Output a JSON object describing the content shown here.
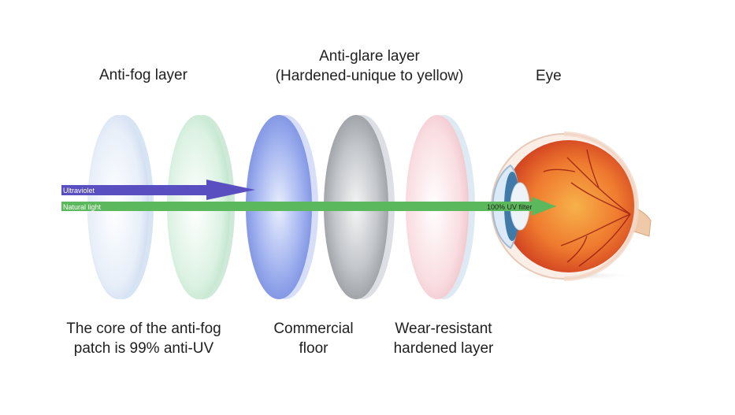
{
  "labels": {
    "anti_fog_layer": "Anti-fog layer",
    "anti_glare_line1": "Anti-glare layer",
    "anti_glare_line2": "(Hardened-unique to yellow)",
    "eye": "Eye",
    "core_line1": "The core of the anti-fog",
    "core_line2": "patch is 99% anti-UV",
    "commercial_line1": "Commercial",
    "commercial_line2": "floor",
    "wear_line1": "Wear-resistant",
    "wear_line2": "hardened layer"
  },
  "arrows": {
    "ultraviolet": "Ultraviolet",
    "natural_light": "Natural light",
    "uv_filter": "100% UV filter"
  },
  "colors": {
    "uv_arrow": "#5a4fc0",
    "light_arrow": "#5cb85c",
    "lens_clear": "#dfe9f7",
    "lens_green": "#d3efdc",
    "lens_blue": "#8fa4ec",
    "lens_gray": "#b5b8bd",
    "lens_pink": "#f6d3d8",
    "eye_red": "#e2452a",
    "eye_orange": "#f3a13a"
  }
}
